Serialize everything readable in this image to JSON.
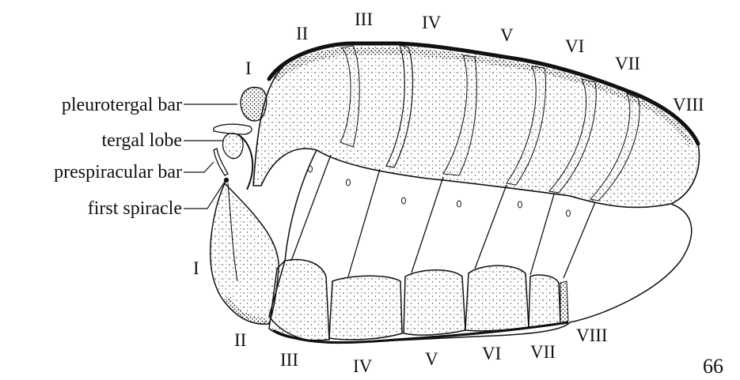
{
  "figure_number": "66",
  "structure_labels": {
    "pleurotergal_bar": "pleurotergal bar",
    "tergal_lobe": "tergal lobe",
    "prespiracular_bar": "prespiracular bar",
    "first_spiracle": "first spiracle"
  },
  "tergite_numerals": [
    "I",
    "II",
    "III",
    "IV",
    "V",
    "VI",
    "VII",
    "VIII"
  ],
  "sternite_numerals": [
    "I",
    "II",
    "III",
    "IV",
    "V",
    "VI",
    "VII",
    "VIII"
  ],
  "colors": {
    "ink": "#111111",
    "paper": "#ffffff"
  }
}
